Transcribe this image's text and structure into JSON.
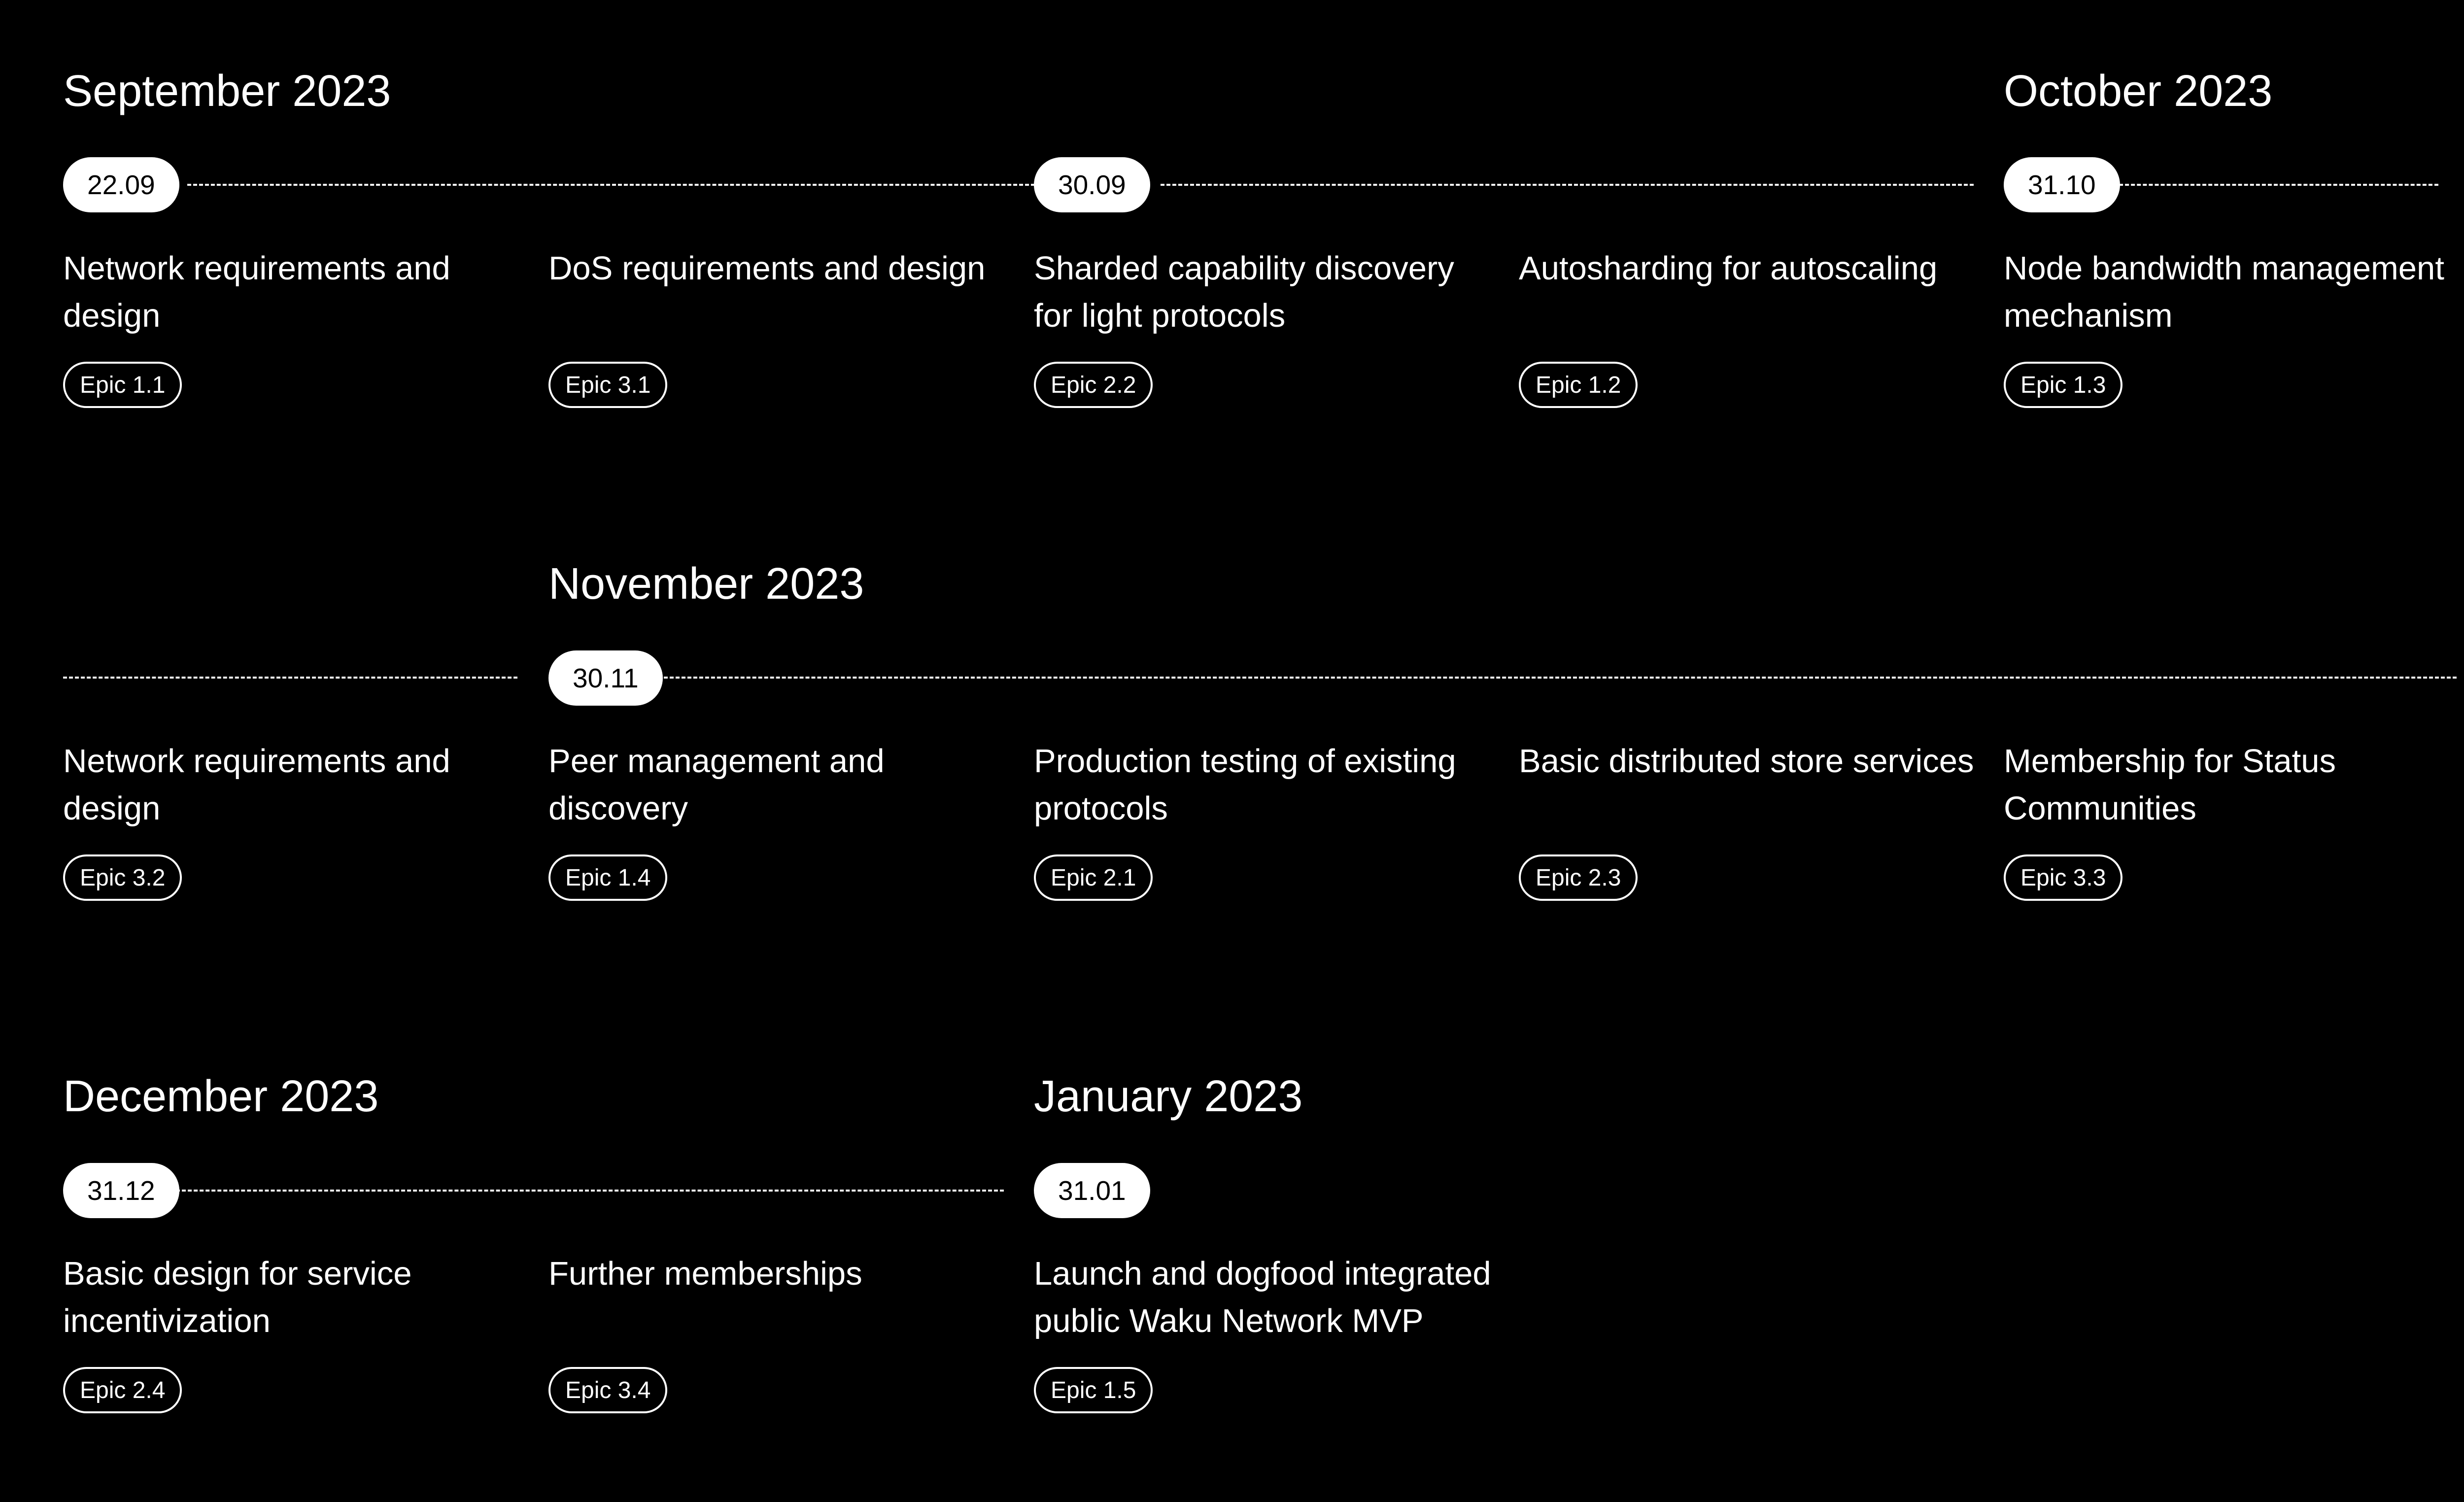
{
  "colors": {
    "background": "#000000",
    "foreground": "#ffffff",
    "pill_text": "#000000"
  },
  "months": {
    "sep": "September 2023",
    "oct": "October 2023",
    "nov": "November 2023",
    "dec": "December 2023",
    "jan": "January 2023"
  },
  "milestones": {
    "d1": "22.09",
    "d2": "30.09",
    "d3": "31.10",
    "d4": "30.11",
    "d5": "31.12",
    "d6": "31.01"
  },
  "rows": [
    {
      "items": [
        {
          "title": "Network requirements and design",
          "epic": "Epic 1.1"
        },
        {
          "title": "DoS requirements and design",
          "epic": "Epic 3.1"
        },
        {
          "title": "Sharded capability discovery for light protocols",
          "epic": "Epic 2.2"
        },
        {
          "title": "Autosharding for autoscaling",
          "epic": "Epic 1.2"
        },
        {
          "title": "Node bandwidth management mechanism",
          "epic": "Epic 1.3"
        }
      ]
    },
    {
      "items": [
        {
          "title": "Network requirements and design",
          "epic": "Epic 3.2"
        },
        {
          "title": "Peer management and discovery",
          "epic": "Epic 1.4"
        },
        {
          "title": "Production testing of existing protocols",
          "epic": "Epic 2.1"
        },
        {
          "title": "Basic distributed store services",
          "epic": "Epic 2.3"
        },
        {
          "title": "Membership for Status Communities",
          "epic": "Epic 3.3"
        }
      ]
    },
    {
      "items": [
        {
          "title": "Basic design for service incentivization",
          "epic": "Epic 2.4"
        },
        {
          "title": "Further memberships",
          "epic": "Epic 3.4"
        },
        {
          "title": "Launch and dogfood integrated public Waku Network MVP",
          "epic": "Epic 1.5"
        }
      ]
    }
  ]
}
